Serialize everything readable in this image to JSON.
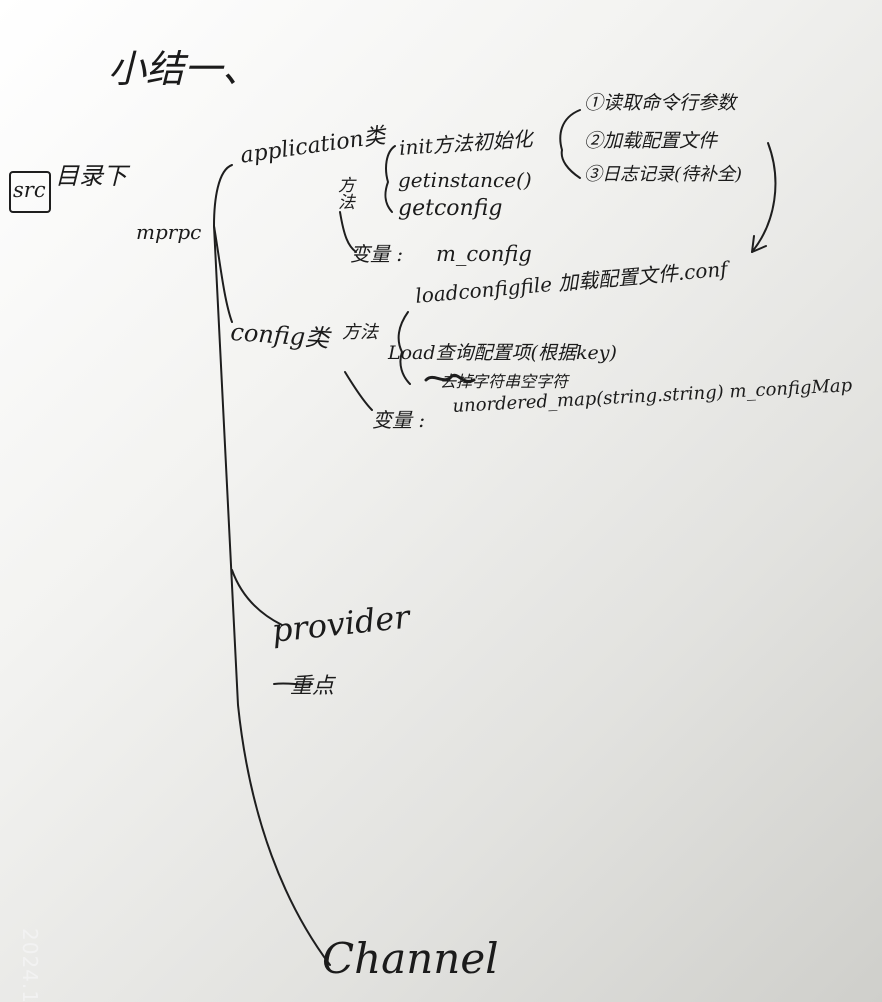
{
  "note": {
    "title": "小结一、",
    "src_box": "src",
    "src_suffix": "目录下",
    "root": "mprpc",
    "application": {
      "label": "application类",
      "methods_label": "方法",
      "init": "init方法初始化",
      "init_steps": [
        "①读取命令行参数",
        "②加载配置文件",
        "③日志记录(待补全)"
      ],
      "getinstance": "getinstance()",
      "getconfig": "getconfig",
      "var_label": "变量 :",
      "var_value": "m_config"
    },
    "config": {
      "label": "config类",
      "methods_label": "方法",
      "loadconfig": "loadconfigfile 加载配置文件.conf",
      "query": "Load查询配置项(根据key)",
      "trim": "去掉字符串空字符",
      "var_label": "变量 :",
      "var_value": "unordered_map(string.string) m_configMap"
    },
    "provider": "provider",
    "provider_note": "重点",
    "channel": "Channel"
  },
  "photo_timestamp": "2024.1"
}
